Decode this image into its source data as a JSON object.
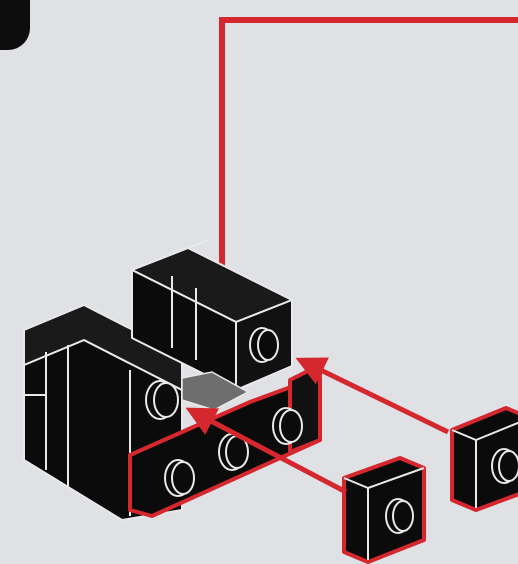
{
  "instruction_diagram": {
    "step_number": "",
    "colors": {
      "background": "#dfe1e5",
      "brick": "#0b0b0b",
      "brick_edge": "#e9e9e9",
      "highlight": "#d5272e",
      "placement_hole": "#6e6e6e"
    },
    "parts": [
      {
        "name": "2x2-base-brick",
        "color": "black"
      },
      {
        "name": "1x2-top-brick",
        "color": "black"
      },
      {
        "name": "1x3-plate-with-studs",
        "color": "black",
        "highlighted": true
      },
      {
        "name": "1x1-brick-middle",
        "color": "black",
        "highlighted": true
      },
      {
        "name": "1x1-brick-right",
        "color": "black",
        "highlighted": true
      }
    ],
    "icons": [
      "arrow-down-icon",
      "arrow-left-icon",
      "arrow-up-left-icon"
    ]
  }
}
